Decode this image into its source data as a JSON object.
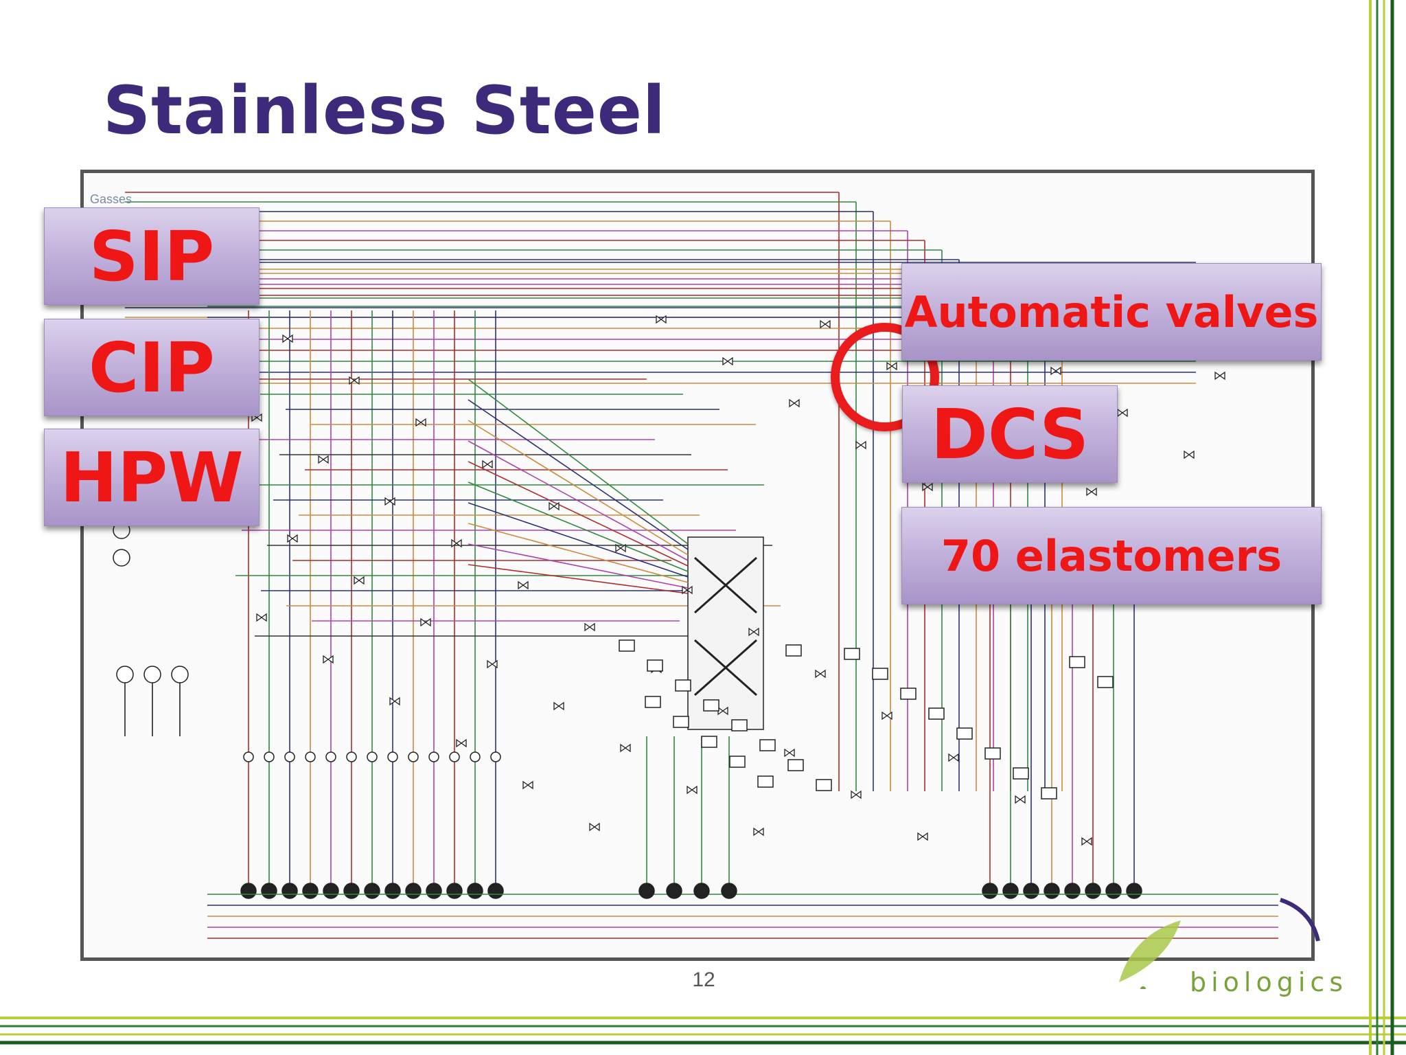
{
  "slide": {
    "title": "Stainless Steel",
    "page_number": "12",
    "logo_text": "biologics"
  },
  "diagram": {
    "gasses_label": "Gasses"
  },
  "callouts": {
    "sip": "SIP",
    "cip": "CIP",
    "hpw": "HPW",
    "automatic_valves": "Automatic valves",
    "dcs": "DCS",
    "elastomers": "70 elastomers"
  },
  "colors": {
    "title": "#3d2a7a",
    "callout_text": "#ef1616",
    "callout_fill": "#c3b3dc",
    "highlight_circle": "#e81c1c",
    "accent_green": "#7aa23a",
    "pipe_red": "#b22a2a",
    "pipe_green": "#2e8a3e",
    "pipe_navy": "#2a2f7a",
    "pipe_orange": "#d08a3a",
    "pipe_magenta": "#b040b0"
  }
}
